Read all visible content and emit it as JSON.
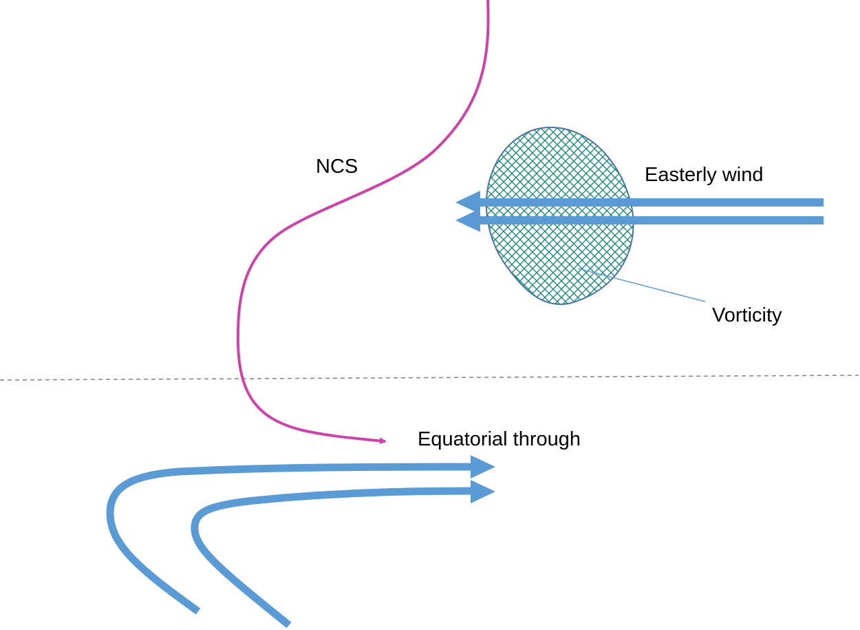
{
  "labels": {
    "ncs": "NCS",
    "easterly_wind": "Easterly wind",
    "vorticity": "Vorticity",
    "equatorial_trough": "Equatorial through"
  },
  "colors": {
    "ncs_curve": "#cc44aa",
    "wind_arrows": "#5b9bd5",
    "vorticity_hatch": "#1a8a80",
    "vorticity_outline": "#44739e",
    "equator_dashed": "#808080"
  }
}
